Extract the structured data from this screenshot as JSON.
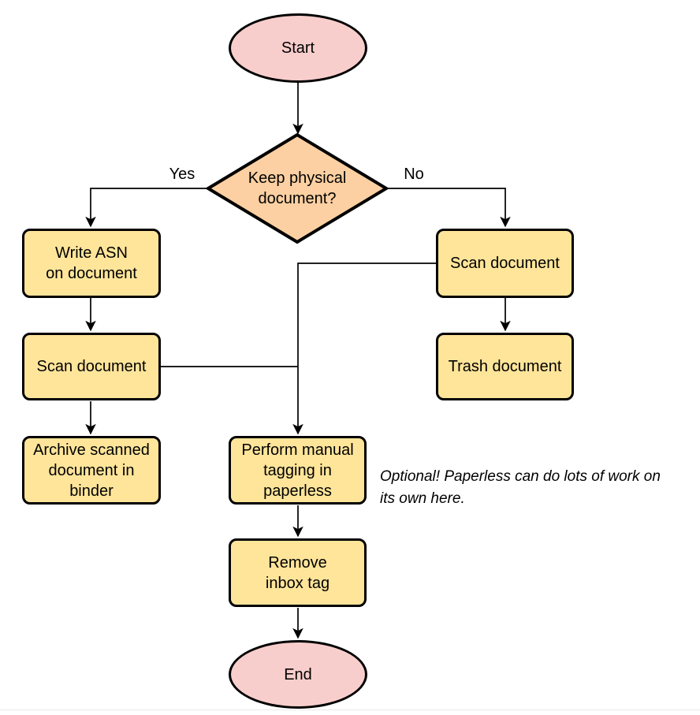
{
  "diagram": {
    "nodes": {
      "start": {
        "label": "Start"
      },
      "decision": {
        "label": "Keep physical\ndocument?"
      },
      "write_asn": {
        "label": "Write ASN\non document"
      },
      "scan_left": {
        "label": "Scan document"
      },
      "archive": {
        "label": "Archive scanned\ndocument in\nbinder"
      },
      "scan_right": {
        "label": "Scan document"
      },
      "trash": {
        "label": "Trash document"
      },
      "tagging": {
        "label": "Perform manual\ntagging in\npaperless"
      },
      "remove_tag": {
        "label": "Remove\ninbox tag"
      },
      "end": {
        "label": "End"
      }
    },
    "edge_labels": {
      "yes": "Yes",
      "no": "No"
    },
    "annotation": "Optional! Paperless can do lots of work on\nits own here.",
    "colors": {
      "terminal-fill": "#f8cecc",
      "decision-fill": "#fcd0a2",
      "process-fill": "#ffe59a",
      "stroke": "#000000",
      "text": "#000000",
      "bottom-rule": "#e9eaec"
    }
  }
}
